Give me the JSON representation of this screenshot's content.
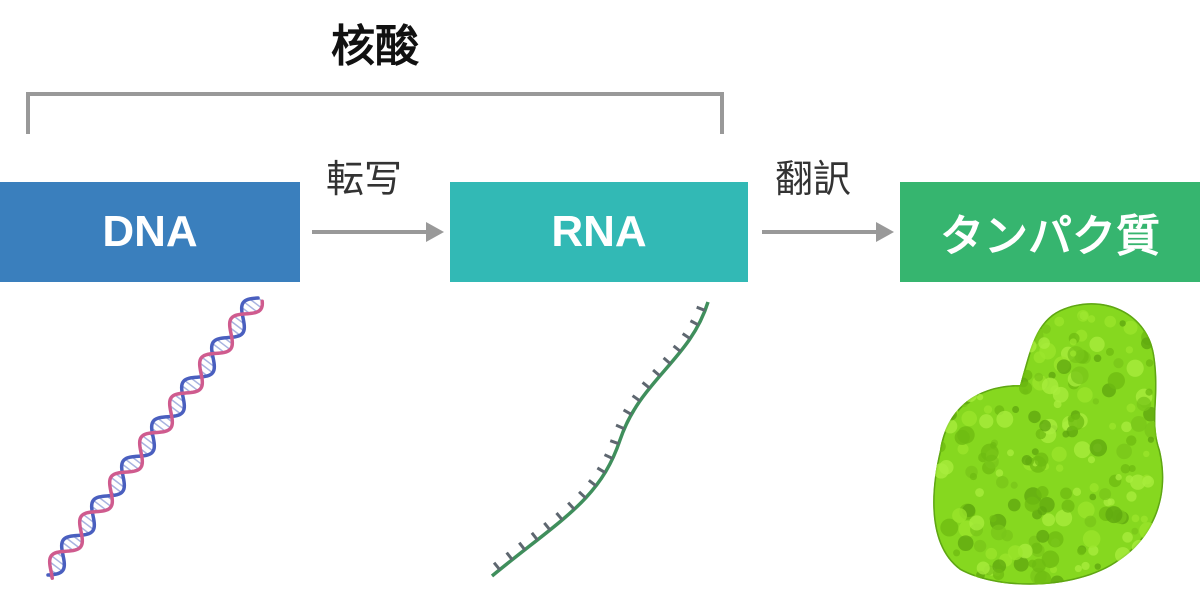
{
  "title": "核酸",
  "boxes": {
    "dna": {
      "label": "DNA",
      "color": "#3a7fbd"
    },
    "rna": {
      "label": "RNA",
      "color": "#32b9b5"
    },
    "protein": {
      "label": "タンパク質",
      "color": "#36b56f"
    }
  },
  "steps": {
    "transcription": "転写",
    "translation": "翻訳"
  },
  "colors": {
    "bracket": "#999999",
    "arrow": "#999999",
    "dna_strand_a": "#4a5fbf",
    "dna_strand_b": "#cf5b8e",
    "rna_strand": "#3f8f5c",
    "protein": "#86d81f"
  }
}
